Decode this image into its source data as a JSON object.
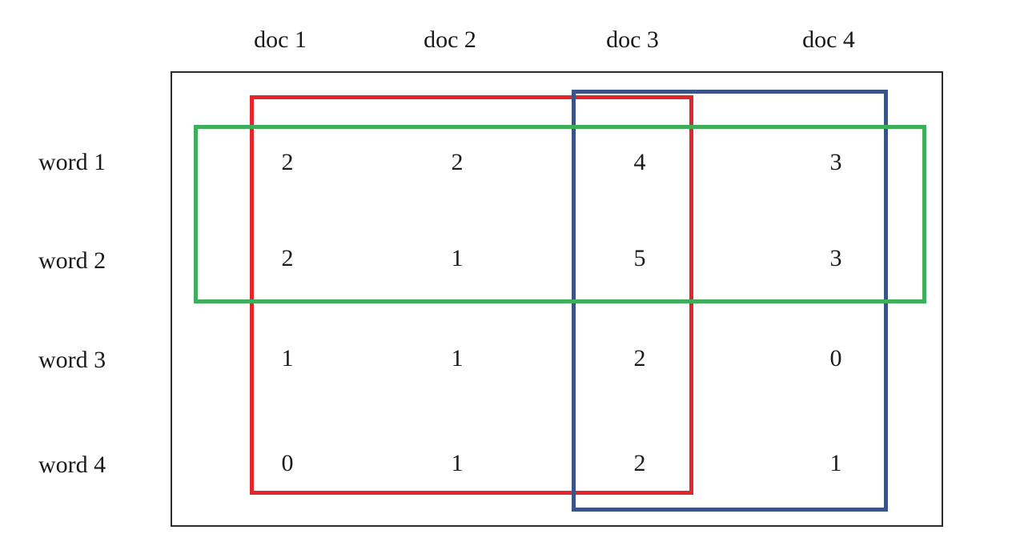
{
  "figure": {
    "type": "term-document-matrix",
    "description": "Term-document count matrix with three overlapping highlight rectangles"
  },
  "columns": [
    {
      "label": "doc 1"
    },
    {
      "label": "doc 2"
    },
    {
      "label": "doc 3"
    },
    {
      "label": "doc 4"
    }
  ],
  "rows": [
    {
      "label": "word 1"
    },
    {
      "label": "word 2"
    },
    {
      "label": "word 3"
    },
    {
      "label": "word 4"
    }
  ],
  "cells": [
    [
      "2",
      "2",
      "4",
      "3"
    ],
    [
      "2",
      "1",
      "5",
      "3"
    ],
    [
      "1",
      "1",
      "2",
      "0"
    ],
    [
      "0",
      "1",
      "2",
      "1"
    ]
  ],
  "highlights": [
    {
      "name": "red-rectangle",
      "color": "#e3262c",
      "covers_columns": [
        "doc 1",
        "doc 2",
        "doc 3"
      ],
      "covers_rows": [
        "word 1",
        "word 2",
        "word 3",
        "word 4"
      ]
    },
    {
      "name": "blue-rectangle",
      "color": "#3b5487",
      "covers_columns": [
        "doc 3",
        "doc 4"
      ],
      "covers_rows": [
        "word 1",
        "word 2",
        "word 3",
        "word 4"
      ]
    },
    {
      "name": "green-rectangle",
      "color": "#3fae5a",
      "covers_columns": [
        "doc 1",
        "doc 2",
        "doc 3",
        "doc 4"
      ],
      "covers_rows": [
        "word 1",
        "word 2"
      ]
    }
  ],
  "colors": {
    "red": "#e3262c",
    "green": "#3fae5a",
    "blue": "#3b5487",
    "frame": "#2b2b2b",
    "text": "#1a1a1a",
    "background": "#ffffff"
  },
  "chart_data": {
    "type": "heatmap",
    "title": "",
    "xlabel": "",
    "ylabel": "",
    "categories": [
      "doc 1",
      "doc 2",
      "doc 3",
      "doc 4"
    ],
    "rows": [
      "word 1",
      "word 2",
      "word 3",
      "word 4"
    ],
    "series": [
      {
        "name": "word 1",
        "values": [
          2,
          2,
          4,
          3
        ]
      },
      {
        "name": "word 2",
        "values": [
          2,
          1,
          5,
          3
        ]
      },
      {
        "name": "word 3",
        "values": [
          1,
          1,
          2,
          0
        ]
      },
      {
        "name": "word 4",
        "values": [
          0,
          1,
          2,
          1
        ]
      }
    ]
  }
}
